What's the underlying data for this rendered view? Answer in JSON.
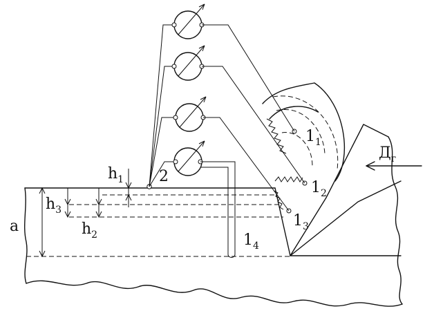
{
  "labels": {
    "region_a": "a",
    "depth_h1": "h",
    "depth_h1_sub": "1",
    "depth_h2": "h",
    "depth_h2_sub": "2",
    "depth_h3": "h",
    "depth_h3_sub": "3",
    "probe_1": "1",
    "probe_1_sub": "1",
    "probe_2": "1",
    "probe_2_sub": "2",
    "probe_3": "1",
    "probe_3_sub": "3",
    "probe_4": "1",
    "probe_4_sub": "4",
    "common_point": "2",
    "force": "Д",
    "force_sub": "г"
  }
}
